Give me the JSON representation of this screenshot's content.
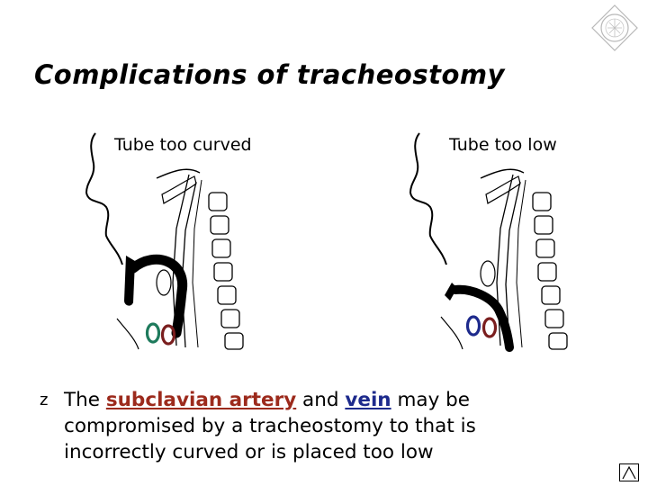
{
  "slide": {
    "title": "Complications of tracheostomy",
    "figures": [
      {
        "caption": "Tube too curved"
      },
      {
        "caption": "Tube too low"
      }
    ],
    "bullet": {
      "marker": "z",
      "before": "The ",
      "artery": "subclavian artery",
      "middle": " and ",
      "vein": "vein",
      "after": " may be compromised by a tracheostomy to that is incorrectly curved or is placed too low"
    }
  },
  "colors": {
    "artery": "#9c2a1c",
    "vein": "#1d2a8c",
    "text": "#000000"
  },
  "icons": {
    "logo": "seal-emblem-icon",
    "nav": "slide-nav-triangle-icon"
  }
}
